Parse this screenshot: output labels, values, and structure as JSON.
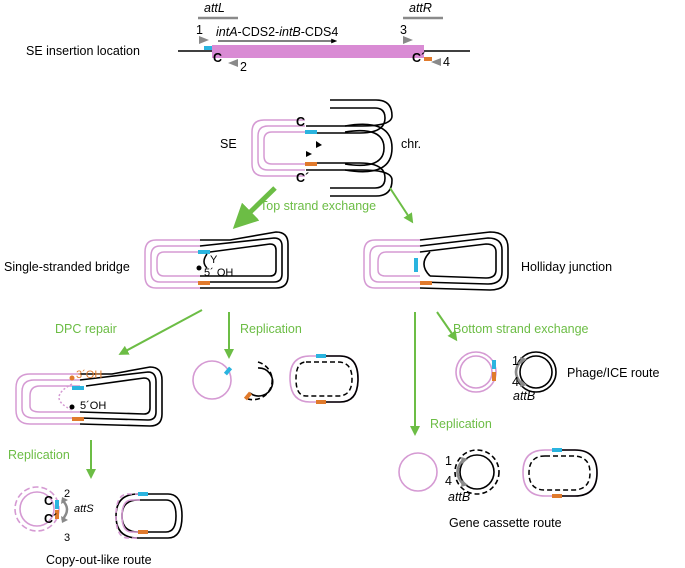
{
  "top": {
    "insertion_label": "SE insertion location",
    "attL": "attL",
    "attR": "attR",
    "cassette": "intA-CDS2-intB-CDS4",
    "cassette_italic_a": "intA",
    "cassette_mid_a": "-CDS2-",
    "cassette_italic_b": "intB",
    "cassette_mid_b": "-CDS4",
    "C": "C",
    "C_prime": "C´",
    "primer_1": "1",
    "primer_2": "2",
    "primer_3": "3",
    "primer_4": "4"
  },
  "se_complex": {
    "SE": "SE",
    "chr": "chr.",
    "C": "C",
    "C_prime": "C´"
  },
  "steps": {
    "top_strand_exchange": "Top strand exchange",
    "dpc_repair": "DPC repair",
    "replication_1": "Replication",
    "replication_2": "Replication",
    "replication_3": "Replication",
    "bottom_strand_exchange": "Bottom strand exchange"
  },
  "bridge": {
    "title": "Single-stranded bridge",
    "Y": "Y",
    "five_oh": "5´ OH"
  },
  "holliday": {
    "title": "Holliday junction"
  },
  "repair": {
    "three_oh": "3´OH",
    "five_oh": "5´OH"
  },
  "copy_out": {
    "title": "Copy-out-like route",
    "attS": "attS",
    "C": "C",
    "C_prime": "C´",
    "n2": "2",
    "n3": "3"
  },
  "phage": {
    "title": "Phage/ICE route",
    "attB": "attB",
    "n1": "1",
    "n4": "4"
  },
  "gene_cassette": {
    "title": "Gene cassette route",
    "attB": "attB",
    "n1": "1",
    "n4": "4"
  },
  "colors": {
    "se_pink": "#d59ad3",
    "bar_pink": "#d98bd4",
    "att_cyan": "#2ab4df",
    "att_orange": "#e07a2c",
    "arrow_green": "#6cbd45",
    "primer_gray": "#8a8a8a"
  }
}
